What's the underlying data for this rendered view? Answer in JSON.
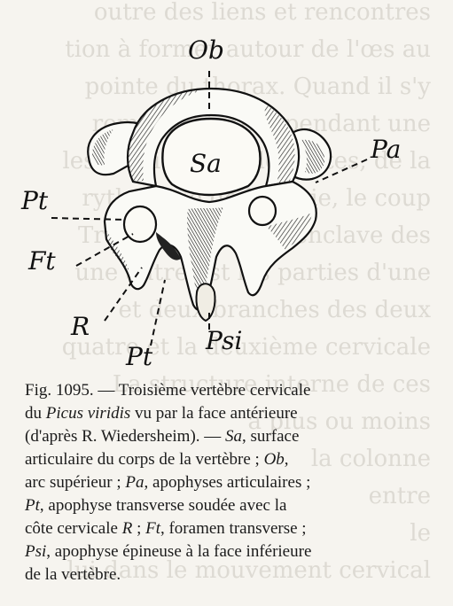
{
  "figure": {
    "labels": {
      "ob": "Ob",
      "sa": "Sa",
      "pa": "Pa",
      "pt_left": "Pt",
      "ft": "Ft",
      "r": "R",
      "pt_bottom": "Pt",
      "psi": "Psi"
    }
  },
  "caption": {
    "fig_number": "Fig. 1095.",
    "line1_rest": " — Troisième vertèbre cervicale",
    "line2_a": "du ",
    "line2_species": "Picus viridis",
    "line2_b": " vu par la face antérieure",
    "line3_a": "(d'après R. Wiedersheim). — ",
    "line3_sa": "Sa",
    "line3_b": ", surface",
    "line4_a": "articulaire du corps de la vertèbre ; ",
    "line4_ob": "Ob",
    "line4_b": ",",
    "line5_a": "arc supérieur ; ",
    "line5_pa": "Pa",
    "line5_b": ", apophyses articulaires ;",
    "line6_pt": "Pt",
    "line6_b": ", apophyse transverse soudée avec la",
    "line7_a": "côte cervicale ",
    "line7_r": "R",
    "line7_b": " ; ",
    "line7_ft": "Ft",
    "line7_c": ", foramen transverse ;",
    "line8_psi": "Psi",
    "line8_b": ", apophyse épineuse à la face inférieure",
    "line9": "de la vertèbre."
  },
  "background_text": {
    "lines": [
      "outre des liens et rencontres",
      "tion à former autour de l'œs au",
      "pointe du thorax. Quand il s'y",
      "romp et sécrète pendant une",
      "les cervicales et les côtes, de la",
      "rythmique de la série, le coup",
      "Trabécules et de l'enclave des",
      "une autre est les parties d'une",
      "et deux branches des deux",
      "quatre et la deuxième cervicale",
      "La structure interne de ces",
      "a plus ou moins",
      "la colonne",
      "entre",
      "le",
      "lui dans le mouvement cervical"
    ]
  }
}
